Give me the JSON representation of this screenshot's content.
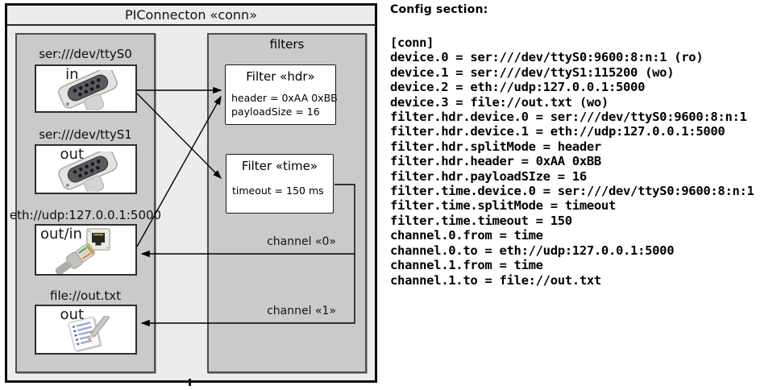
{
  "diagram": {
    "title": "PIConnecton «conn»",
    "devices_group": {
      "devices": [
        {
          "label": "ser:///dev/ttyS0",
          "port": "in",
          "icon": "serial-connector-photo"
        },
        {
          "label": "ser:///dev/ttyS1",
          "port": "out",
          "icon": "serial-connector-photo"
        },
        {
          "label": "eth://udp:127.0.0.1:5000",
          "port": "out/in",
          "icon": "ethernet-connector-photo"
        },
        {
          "label": "file://out.txt",
          "port": "out",
          "icon": "notepad-document-photo"
        }
      ]
    },
    "filters_group": {
      "title": "filters",
      "filters": [
        {
          "title": "Filter «hdr»",
          "params": [
            "header = 0xAA 0xBB",
            "payloadSize = 16"
          ]
        },
        {
          "title": "Filter «time»",
          "params": [
            "timeout = 150 ms"
          ]
        }
      ],
      "channels": [
        {
          "label": "channel «0»"
        },
        {
          "label": "channel «1»"
        }
      ]
    },
    "colors": {
      "outer_bg": "#ececec",
      "group_bg": "#cacaca",
      "box_bg": "#ffffff",
      "line": "#000000"
    }
  },
  "config": {
    "heading": "Config section:",
    "lines": [
      "[conn]",
      "device.0 = ser:///dev/ttyS0:9600:8:n:1 (ro)",
      "device.1 = ser:///dev/ttyS1:115200 (wo)",
      "device.2 = eth://udp:127.0.0.1:5000",
      "device.3 = file://out.txt (wo)",
      "filter.hdr.device.0 = ser:///dev/ttyS0:9600:8:n:1",
      "filter.hdr.device.1 = eth://udp:127.0.0.1:5000",
      "filter.hdr.splitMode = header",
      "filter.hdr.header = 0xAA 0xBB",
      "filter.hdr.payloadSIze = 16",
      "filter.time.device.0 = ser:///dev/ttyS0:9600:8:n:1",
      "filter.time.splitMode = timeout",
      "filter.time.timeout = 150",
      "channel.0.from = time",
      "channel.0.to = eth://udp:127.0.0.1:5000",
      "channel.1.from = time",
      "channel.1.to = file://out.txt"
    ]
  }
}
